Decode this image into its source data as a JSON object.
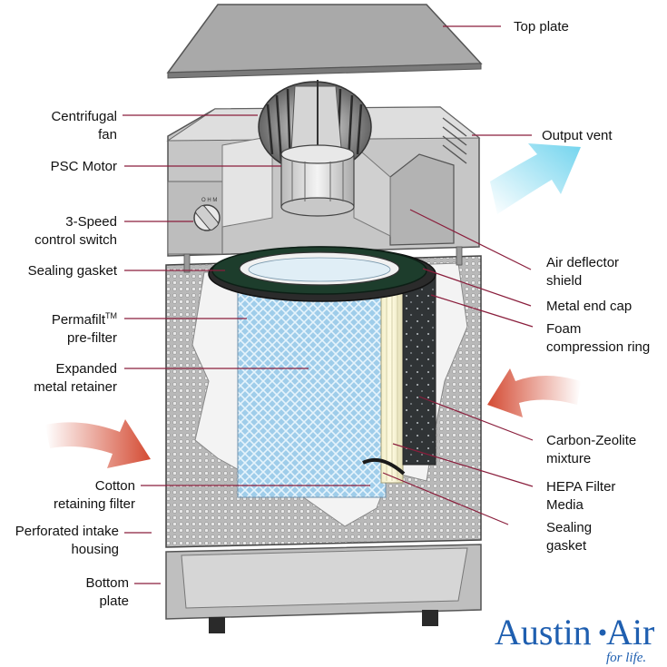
{
  "labels": {
    "top_plate": "Top plate",
    "centrifugal_fan_1": "Centrifugal",
    "centrifugal_fan_2": "fan",
    "output_vent": "Output vent",
    "psc_motor": "PSC Motor",
    "speed_switch_1": "3-Speed",
    "speed_switch_2": "control switch",
    "air_deflector_1": "Air deflector",
    "air_deflector_2": "shield",
    "sealing_gasket_top": "Sealing gasket",
    "metal_end_cap": "Metal end cap",
    "permafilt_1": "Permafilt",
    "permafilt_tm": "TM",
    "permafilt_2": "pre-filter",
    "foam_ring_1": "Foam",
    "foam_ring_2": "compression ring",
    "expanded_retainer_1": "Expanded",
    "expanded_retainer_2": "metal retainer",
    "carbon_zeolite_1": "Carbon-Zeolite",
    "carbon_zeolite_2": "mixture",
    "cotton_filter_1": "Cotton",
    "cotton_filter_2": "retaining filter",
    "hepa_1": "HEPA Filter",
    "hepa_2": "Media",
    "sealing_gasket_bottom_1": "Sealing",
    "sealing_gasket_bottom_2": "gasket",
    "intake_housing_1": "Perforated intake",
    "intake_housing_2": "housing",
    "bottom_plate_1": "Bottom",
    "bottom_plate_2": "plate"
  },
  "brand": {
    "name_part1": "Austin",
    "name_part2": "Air",
    "tagline": "for life."
  },
  "colors": {
    "leader": "#8a1e3c",
    "brand": "#1f5fb0",
    "intake_arrow": "#d9523a",
    "output_arrow": "#7fd8ef",
    "hepa_blue": "#8fc6e8"
  }
}
